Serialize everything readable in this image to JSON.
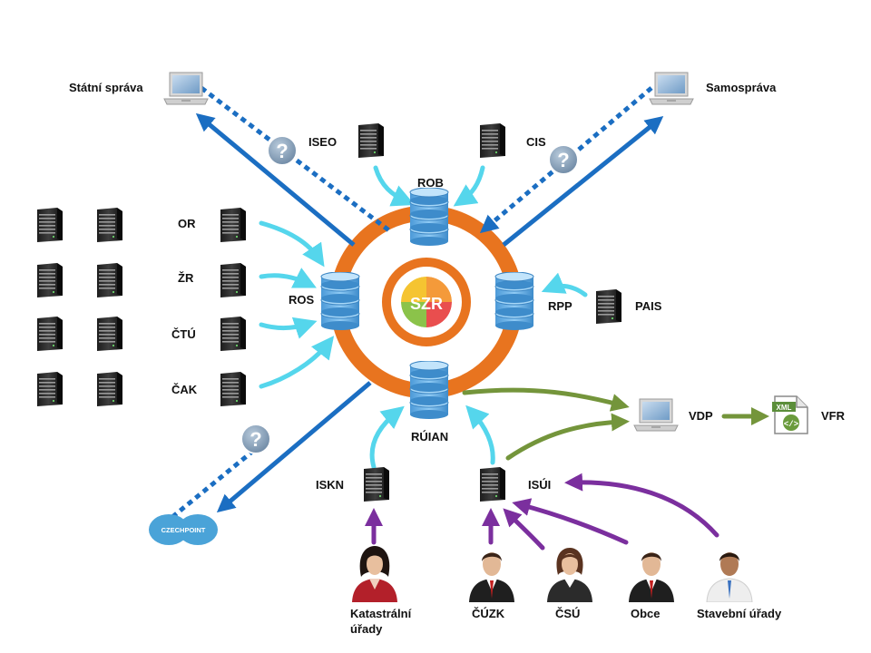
{
  "center_logo": "SZR",
  "registries": {
    "rob": "ROB",
    "ros": "ROS",
    "rpp": "RPP",
    "ruian": "RÚIAN"
  },
  "consumers": {
    "statni_sprava": "Státní správa",
    "samosprava": "Samospráva",
    "czechpoint": "CZECHPOINT"
  },
  "sources": {
    "iseo": "ISEO",
    "cis": "CIS",
    "or": "OR",
    "zr": "ŽR",
    "ctu": "ČTÚ",
    "cak": "ČAK",
    "pais": "PAIS",
    "iskn": "ISKN",
    "isui": "ISÚI"
  },
  "outputs": {
    "vdp": "VDP",
    "vfr": "VFR",
    "xml_badge": "XML"
  },
  "people": {
    "katastralni": "Katastrální úřady",
    "cuzk": "ČÚZK",
    "csu": "ČSÚ",
    "obce": "Obce",
    "stavebni": "Stavební úřady"
  },
  "colors": {
    "ring": "#e8741f",
    "db_blue": "#5aa8e6",
    "link_cyan": "#55d6ec",
    "link_blue": "#1b6ec2",
    "link_green": "#74953b",
    "link_purple": "#7b2f9e",
    "question_bg": "#8aa3bb"
  }
}
